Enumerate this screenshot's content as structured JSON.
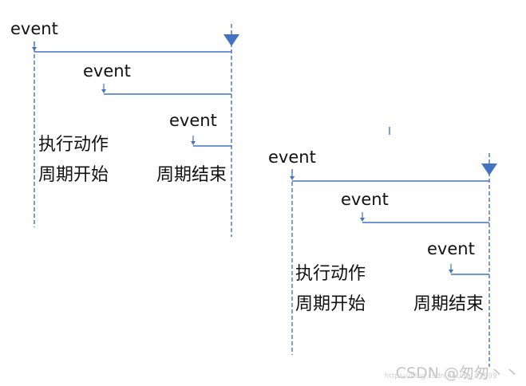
{
  "diagram": {
    "colors": {
      "line": "#4472c4",
      "marker": "#4472c4",
      "text": "#111111"
    },
    "left_group": {
      "events": [
        "event",
        "event",
        "event"
      ],
      "action_label": "执行动作",
      "period_start_label": "周期开始",
      "period_end_label": "周期结束"
    },
    "right_group": {
      "events": [
        "event",
        "event",
        "event"
      ],
      "action_label": "执行动作",
      "period_start_label": "周期开始",
      "period_end_label": "周期结束"
    }
  },
  "watermark": {
    "brand": "CSDN @匆匆丶丶",
    "url": "https://blog.csdn.net/qq_41999"
  }
}
